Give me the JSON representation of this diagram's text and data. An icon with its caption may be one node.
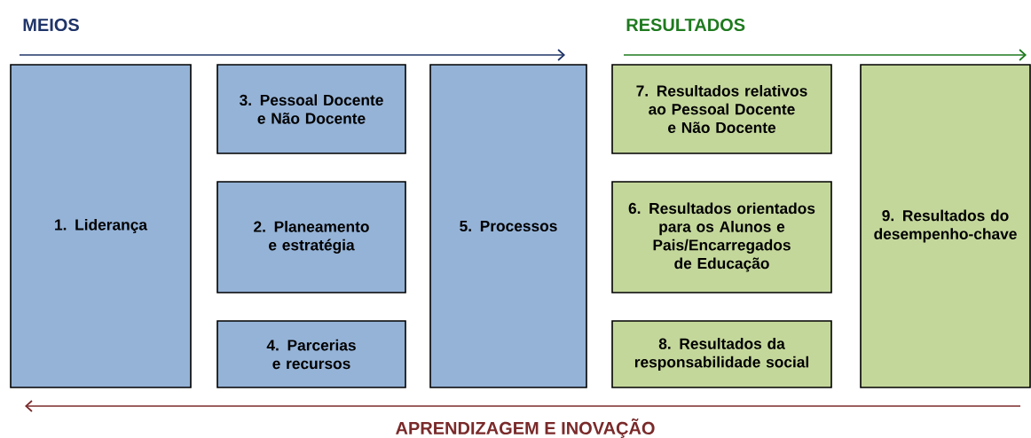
{
  "diagram": {
    "nodes": [
      {
        "text": [
          "1. Liderança"
        ]
      },
      {
        "text": [
          "3. Pessoal Docente e Não Docente"
        ]
      },
      {
        "text": [
          "2. Planeamento e estratégia"
        ]
      },
      {
        "text": [
          "4. Parcerias e recursos"
        ]
      },
      {
        "text": [
          "5. Processos"
        ]
      },
      {
        "text": [
          "7. Resultados relativos ao Pessoal Docente e Não Docente"
        ]
      },
      {
        "text": [
          "6. Resultados orientados para os Alunos e Pais/Encarregados de Educação"
        ]
      },
      {
        "text": [
          "8. Resultados da responsabilidade social"
        ]
      },
      {
        "text": [
          "9. Resultados do desempenho-chave"
        ]
      }
    ],
    "labels": [
      "MEIOS",
      "RESULTADOS",
      "APRENDIZAGEM E INOVAÇÃO"
    ]
  }
}
